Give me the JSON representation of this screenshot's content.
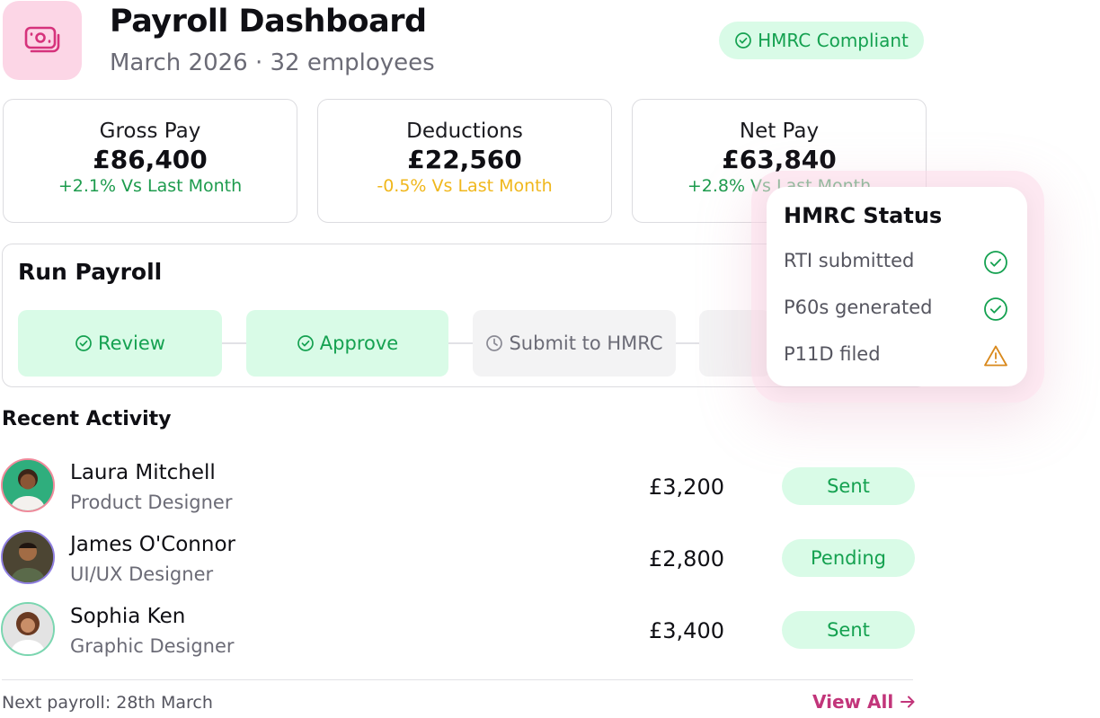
{
  "header": {
    "title": "Payroll Dashboard",
    "subtitle": "March 2026 · 32 employees",
    "badge": "HMRC Compliant"
  },
  "stats": [
    {
      "label": "Gross Pay",
      "value": "£86,400",
      "change": "+2.1% Vs Last Month",
      "trend": "up"
    },
    {
      "label": "Deductions",
      "value": "£22,560",
      "change": "-0.5% Vs Last Month",
      "trend": "down"
    },
    {
      "label": "Net Pay",
      "value": "£63,840",
      "change": "+2.8% Vs Last Month",
      "trend": "up"
    }
  ],
  "run_payroll": {
    "title": "Run Payroll",
    "steps": [
      {
        "label": "Review",
        "status": "done"
      },
      {
        "label": "Approve",
        "status": "done"
      },
      {
        "label": "Submit to HMRC",
        "status": "pending"
      }
    ]
  },
  "hmrc_status": {
    "title": "HMRC Status",
    "items": [
      {
        "label": "RTI submitted",
        "status": "check-icon"
      },
      {
        "label": "P60s generated",
        "status": "check-icon"
      },
      {
        "label": "P11D filed",
        "status": "warning-icon"
      }
    ]
  },
  "recent_activity": {
    "title": "Recent Activity",
    "rows": [
      {
        "name": "Laura Mitchell",
        "role": "Product Designer",
        "amount": "£3,200",
        "status": "Sent"
      },
      {
        "name": "James O'Connor",
        "role": "UI/UX Designer",
        "amount": "£2,800",
        "status": "Pending"
      },
      {
        "name": "Sophia Ken",
        "role": "Graphic Designer",
        "amount": "£3,400",
        "status": "Sent"
      }
    ]
  },
  "footer": {
    "next_payroll": "Next payroll: 28th March",
    "view_all": "View All"
  },
  "colors": {
    "accent_green": "#14a150",
    "accent_pink": "#c2357a",
    "warning": "#d9891c"
  }
}
